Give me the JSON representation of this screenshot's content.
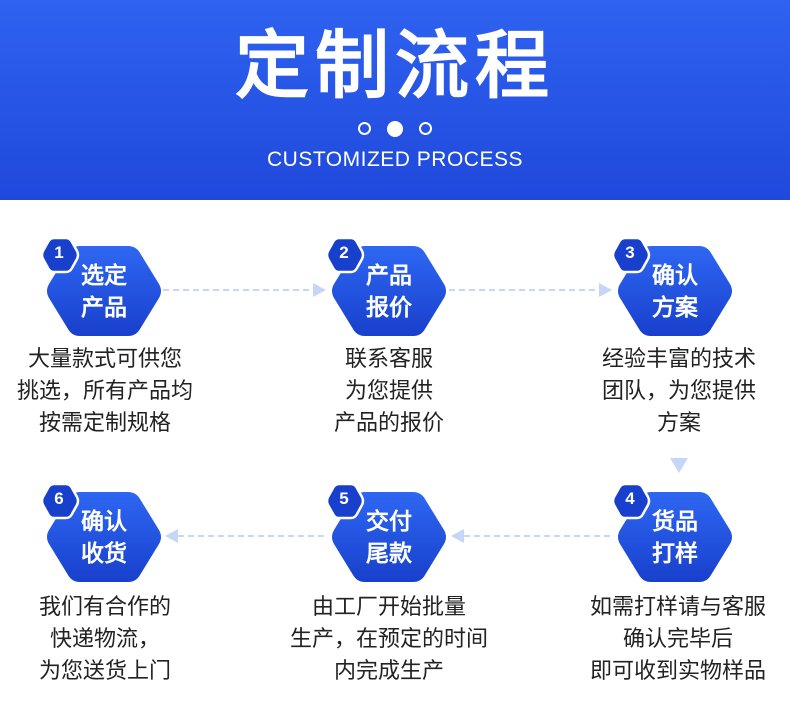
{
  "header": {
    "title": "定制流程",
    "subtitle": "CUSTOMIZED PROCESS"
  },
  "colors": {
    "header_blue": "#2155e6",
    "hex_top": "#2e67f3",
    "hex_bottom": "#1840cc",
    "badge": "#1840cc",
    "connector": "#c7d6f6"
  },
  "steps": [
    {
      "num": "1",
      "label_line1": "选定",
      "label_line2": "产品",
      "desc": [
        "大量款式可供您",
        "挑选，所有产品均",
        "按需定制规格"
      ]
    },
    {
      "num": "2",
      "label_line1": "产品",
      "label_line2": "报价",
      "desc": [
        "联系客服",
        "为您提供",
        "产品的报价"
      ]
    },
    {
      "num": "3",
      "label_line1": "确认",
      "label_line2": "方案",
      "desc": [
        "经验丰富的技术",
        "团队，为您提供",
        "方案"
      ]
    },
    {
      "num": "4",
      "label_line1": "货品",
      "label_line2": "打样",
      "desc": [
        "如需打样请与客服",
        "确认完毕后",
        "即可收到实物样品"
      ]
    },
    {
      "num": "5",
      "label_line1": "交付",
      "label_line2": "尾款",
      "desc": [
        "由工厂开始批量",
        "生产，在预定的时间",
        "内完成生产"
      ]
    },
    {
      "num": "6",
      "label_line1": "确认",
      "label_line2": "收货",
      "desc": [
        "我们有合作的",
        "快递物流，",
        "为您送货上门"
      ]
    }
  ]
}
